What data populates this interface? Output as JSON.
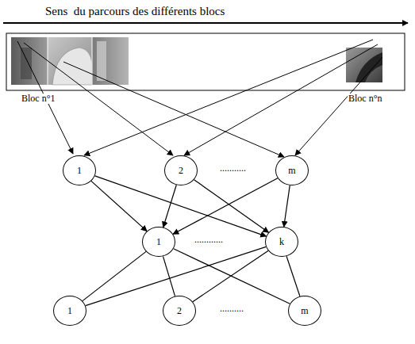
{
  "diagram": {
    "nodes": [
      {
        "text": [
          "1"
        ]
      },
      {
        "text": [
          "2"
        ]
      },
      {
        "text": [
          "m"
        ]
      },
      {
        "text": [
          "1"
        ]
      },
      {
        "text": [
          "k"
        ]
      },
      {
        "text": [
          "1"
        ]
      },
      {
        "text": [
          "2"
        ]
      },
      {
        "text": [
          "m"
        ]
      }
    ],
    "edges": [
      {
        "from": 0,
        "to": 3,
        "arrow": "to"
      },
      {
        "from": 0,
        "to": 4,
        "arrow": "to"
      },
      {
        "from": 1,
        "to": 3,
        "arrow": "to"
      },
      {
        "from": 1,
        "to": 4,
        "arrow": "to"
      },
      {
        "from": 2,
        "to": 3,
        "arrow": "to"
      },
      {
        "from": 2,
        "to": 4,
        "arrow": "to"
      },
      {
        "from": 3,
        "to": 5,
        "arrow": "none"
      },
      {
        "from": 3,
        "to": 6,
        "arrow": "none"
      },
      {
        "from": 3,
        "to": 7,
        "arrow": "none"
      },
      {
        "from": 4,
        "to": 5,
        "arrow": "none"
      },
      {
        "from": 4,
        "to": 6,
        "arrow": "none"
      },
      {
        "from": 4,
        "to": 7,
        "arrow": "none"
      }
    ],
    "labels": [
      "Sens  du parcours des différents blocs",
      "Bloc n°1",
      "Bloc n°n",
      "...........",
      "............",
      ".........."
    ]
  }
}
